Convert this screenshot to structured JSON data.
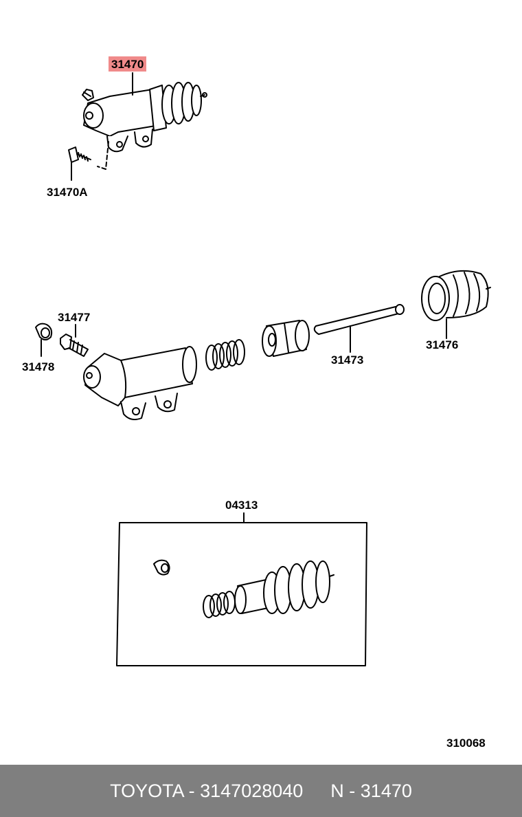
{
  "labels": {
    "main_part": "31470",
    "bolt": "31470A",
    "bleeder_plug": "31477",
    "bleeder_cap": "31478",
    "push_rod": "31473",
    "boot": "31476",
    "repair_kit": "04313",
    "illustration_no": "310068"
  },
  "footer": {
    "brand_part": "TOYOTA - 3147028040",
    "code": "N - 31470"
  },
  "colors": {
    "highlight": "#f08a8a",
    "footer_bg": "#7f7f7f"
  }
}
